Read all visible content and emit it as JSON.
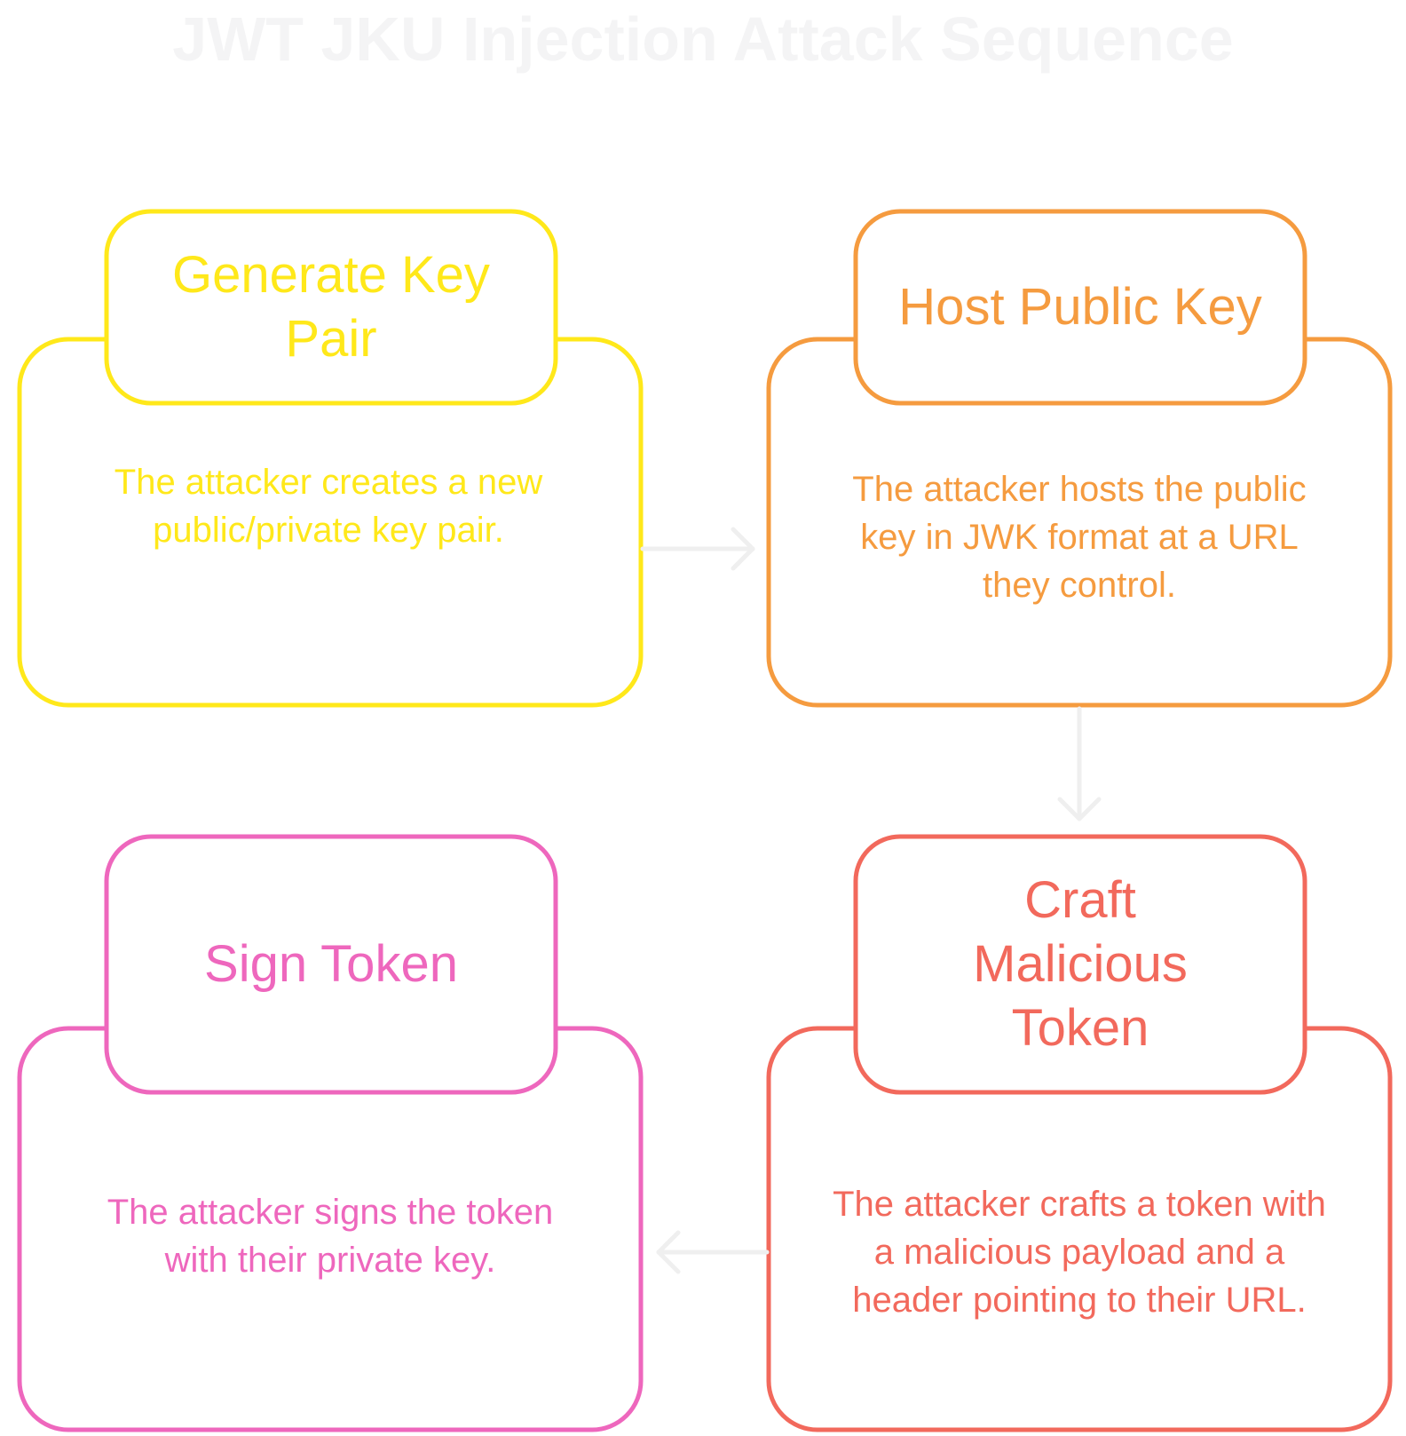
{
  "title": "JWT JKU Injection Attack Sequence",
  "colors": {
    "yellow": "#ffe81a",
    "orange": "#f59b3f",
    "coral": "#f2695c",
    "pink": "#ee67bd",
    "arrow": "#efefef"
  },
  "steps": [
    {
      "heading": "Generate Key Pair",
      "description": "The attacker creates a new public/private key pair."
    },
    {
      "heading": "Host Public Key",
      "description": "The attacker hosts the public key in JWK format at a URL they control."
    },
    {
      "heading": "Craft Malicious Token",
      "description": "The attacker crafts a token with a malicious payload and a header pointing to their URL."
    },
    {
      "heading": "Sign Token",
      "description": "The attacker signs the token with their private key."
    }
  ]
}
